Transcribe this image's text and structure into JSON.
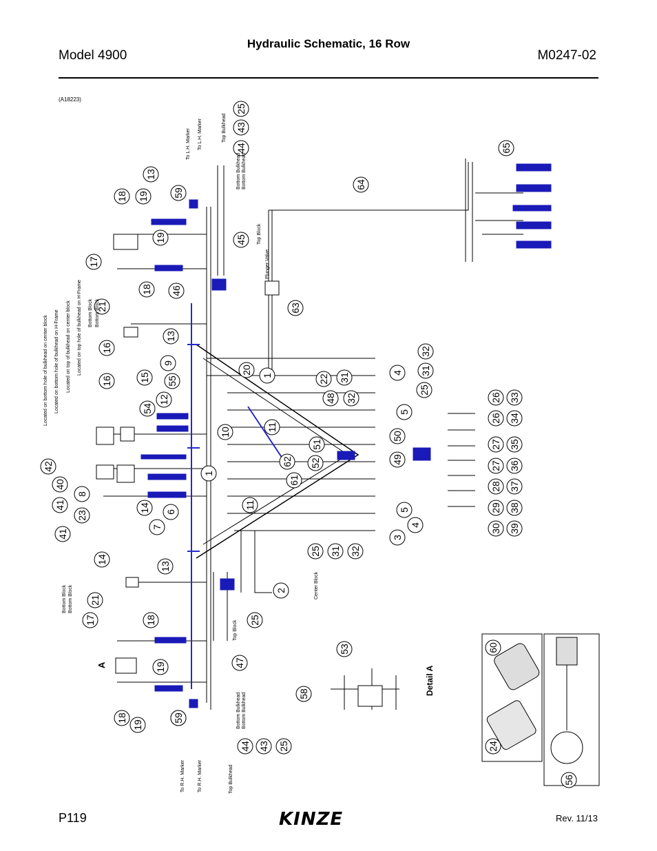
{
  "header": {
    "model": "Model 4900",
    "title": "Hydraulic Schematic, 16 Row",
    "doc_number": "M0247-02",
    "figure_ref": "(A18223)"
  },
  "footer": {
    "page": "P119",
    "revision": "Rev. 11/13",
    "logo_text": "KINZE"
  },
  "callouts": {
    "c1": "1",
    "c2": "2",
    "c3": "3",
    "c4": "4",
    "c5": "5",
    "c6": "6",
    "c7": "7",
    "c8": "8",
    "c9": "9",
    "c10": "10",
    "c11": "11",
    "c12": "12",
    "c13": "13",
    "c14": "14",
    "c15": "15",
    "c16": "16",
    "c17": "17",
    "c18": "18",
    "c19": "19",
    "c20": "20",
    "c21": "21",
    "c22": "22",
    "c23": "23",
    "c24": "24",
    "c25": "25",
    "c26": "26",
    "c27": "27",
    "c28": "28",
    "c29": "29",
    "c30": "30",
    "c31": "31",
    "c32": "32",
    "c33": "33",
    "c34": "34",
    "c35": "35",
    "c36": "36",
    "c37": "37",
    "c38": "38",
    "c39": "39",
    "c40": "40",
    "c41": "41",
    "c42": "42",
    "c43": "43",
    "c44": "44",
    "c45": "45",
    "c46": "46",
    "c47": "47",
    "c48": "48",
    "c49": "49",
    "c50": "50",
    "c51": "51",
    "c52": "52",
    "c53": "53",
    "c54": "54",
    "c55": "55",
    "c56": "56",
    "c58": "58",
    "c59": "59",
    "c60": "60",
    "c61": "61",
    "c62": "62",
    "c63": "63",
    "c64": "64",
    "c65": "65"
  },
  "labels": {
    "to_lh_marker": "To L.H. Marker",
    "to_rh_marker": "To R.H. Marker",
    "top_bulkhead": "Top Bulkhead",
    "bottom_bulkhead": "Bottom Bulkhead",
    "top_block": "Top Block",
    "bottom_block": "Bottom Block",
    "center_block": "Center Block",
    "plunger_valve": "Plunger Valve",
    "note_1": "Located on bottom hole of bulkhead on center block",
    "note_2": "Located on bottom hole of bulkhead on H-Frame",
    "note_3": "Located on top of bulkhead on center block",
    "note_4": "Located on top hole of bulkhead on H-Frame",
    "detail_a": "Detail A",
    "section_a": "A"
  },
  "colors": {
    "line": "#000000",
    "cylinder_blue": "#1a1ab8",
    "frame_blue": "#2828c8",
    "hose_fill": "#ffffff"
  },
  "icons": [
    "quick-coupler-icon",
    "male-coupler-icon",
    "dust-cap-icon"
  ]
}
